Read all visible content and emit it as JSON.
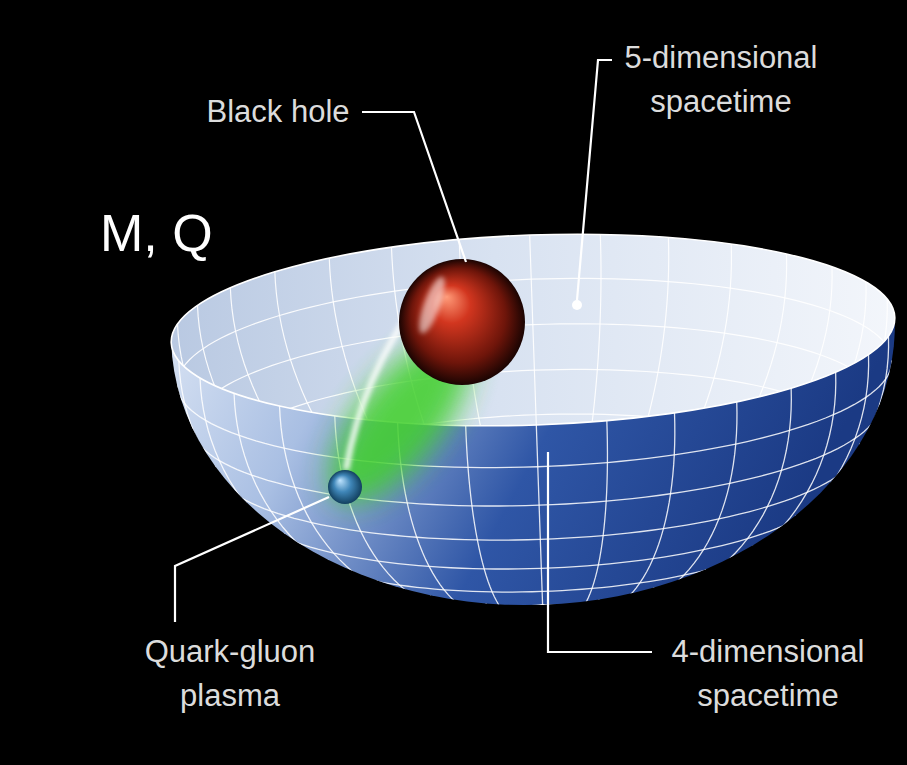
{
  "diagram": {
    "labels": [
      "5-dimensional spacetime",
      "Black hole",
      "M, Q",
      "Quark-gluon plasma",
      "4-dimensional spacetime"
    ]
  }
}
